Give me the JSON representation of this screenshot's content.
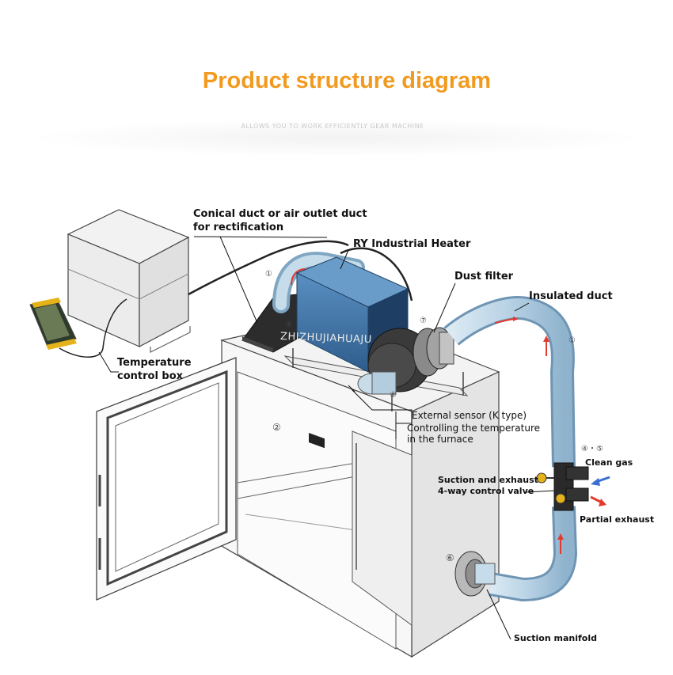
{
  "title": "Product structure diagram",
  "subtitle": "ALLOWS YOU TO WORK EFFICIENTLY GEAR MACHINE",
  "labels": {
    "conical_duct_1": "Conical duct or air outlet duct",
    "conical_duct_2": "for rectification",
    "heater": "RY Industrial Heater",
    "dust_filter": "Dust filter",
    "insulated_duct": "Insulated duct",
    "temp_box_1": "Temperature",
    "temp_box_2": "control box",
    "ext_sensor": "External sensor (K type)",
    "controlling_1": "Controlling the temperature",
    "controlling_2": "in the furnace",
    "clean_gas": "Clean gas",
    "suction_valve_1": "Suction and exhaust",
    "suction_valve_2": "4-way control valve",
    "partial_exhaust": "Partial exhaust",
    "suction_manifold": "Suction manifold"
  },
  "numbers": {
    "n1a": "①",
    "n1b": "①",
    "n2": "②",
    "n3": "③",
    "n45": "④・⑤",
    "n6": "⑥",
    "n7": "⑦",
    "n8": "⑧"
  },
  "watermark": "ZHIZHUJIAHUAJU",
  "colors": {
    "title": "#f29a1f",
    "heater_blue": "#3a6fa3",
    "duct_blue": "#b9d4e6",
    "arrow_red": "#e23b2e",
    "arrow_blue": "#3a6fd0"
  }
}
